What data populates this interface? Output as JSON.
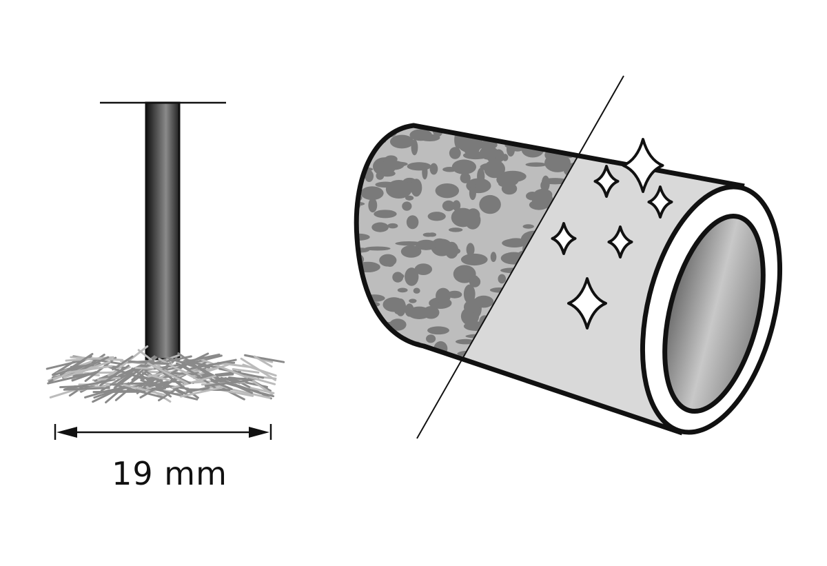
{
  "dimension": {
    "value": 19,
    "unit": "mm",
    "label": "19 mm"
  },
  "colors": {
    "outline": "#111111",
    "shaft": "#555555",
    "bristle": "#9a9a9a",
    "texture_dark": "#7a7a7a",
    "texture_light": "#bdbdbd",
    "polished": "#d9d9d9",
    "bore": "#8a8a8a"
  },
  "icons": [
    "wire-brush",
    "dimension-arrow",
    "sanding-band-cylinder",
    "sparkle"
  ]
}
